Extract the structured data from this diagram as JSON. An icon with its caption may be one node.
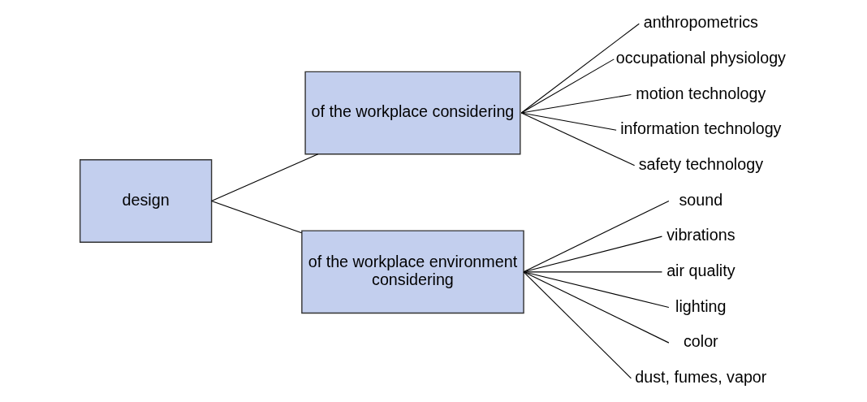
{
  "diagram": {
    "nodes": [
      {
        "text": [
          "design"
        ]
      },
      {
        "text": [
          "of the workplace considering"
        ]
      },
      {
        "text": [
          "of the workplace environment considering"
        ]
      },
      {
        "text": [
          "anthropometrics"
        ]
      },
      {
        "text": [
          "occupational physiology"
        ]
      },
      {
        "text": [
          "motion technology"
        ]
      },
      {
        "text": [
          "information technology"
        ]
      },
      {
        "text": [
          "safety technology"
        ]
      },
      {
        "text": [
          "sound"
        ]
      },
      {
        "text": [
          "vibrations"
        ]
      },
      {
        "text": [
          "air quality"
        ]
      },
      {
        "text": [
          "lighting"
        ]
      },
      {
        "text": [
          "color"
        ]
      },
      {
        "text": [
          "dust, fumes, vapor"
        ]
      }
    ],
    "edges": [
      {
        "from": 0,
        "to": 1,
        "arrow": "none"
      },
      {
        "from": 0,
        "to": 2,
        "arrow": "none"
      },
      {
        "from": 1,
        "to": 3,
        "arrow": "none"
      },
      {
        "from": 1,
        "to": 4,
        "arrow": "none"
      },
      {
        "from": 1,
        "to": 5,
        "arrow": "none"
      },
      {
        "from": 1,
        "to": 6,
        "arrow": "none"
      },
      {
        "from": 1,
        "to": 7,
        "arrow": "none"
      },
      {
        "from": 2,
        "to": 8,
        "arrow": "none"
      },
      {
        "from": 2,
        "to": 9,
        "arrow": "none"
      },
      {
        "from": 2,
        "to": 10,
        "arrow": "none"
      },
      {
        "from": 2,
        "to": 11,
        "arrow": "none"
      },
      {
        "from": 2,
        "to": 12,
        "arrow": "none"
      },
      {
        "from": 2,
        "to": 13,
        "arrow": "none"
      }
    ]
  }
}
